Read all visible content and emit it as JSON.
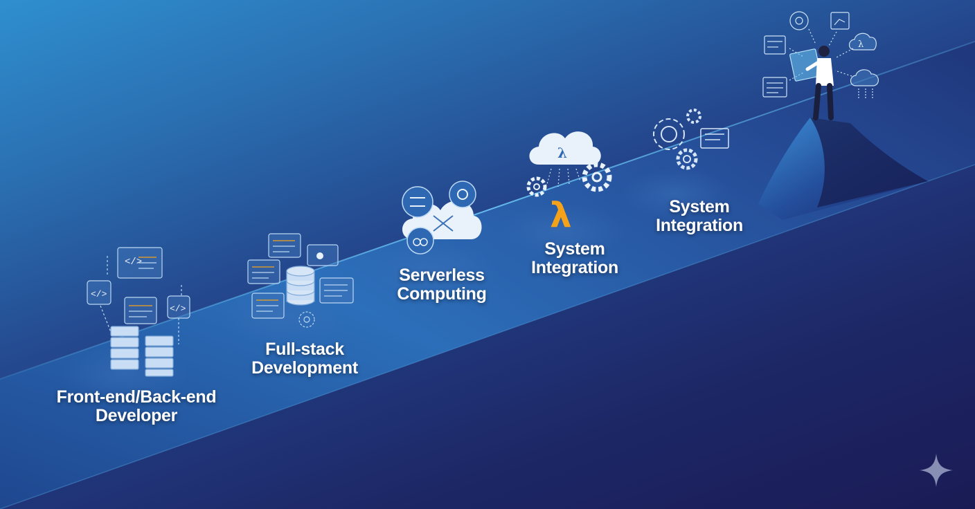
{
  "stages": [
    {
      "line1": "Front-end/Back-end",
      "line2": "Developer"
    },
    {
      "line1": "Full-stack",
      "line2": "Development"
    },
    {
      "line1": "Serverless",
      "line2": "Computing"
    },
    {
      "line1": "System",
      "line2": "Integration"
    },
    {
      "line1": "System",
      "line2": "Integration"
    }
  ],
  "icons": {
    "lambda_symbol": "λ"
  },
  "colors": {
    "accent_orange": "#f5a21b",
    "icon_fill": "#e9f2fb",
    "path_light": "#4aa9e6",
    "mountain": "#2a5fae",
    "person_shirt": "#ffffff",
    "person_pants": "#1a1f3d"
  }
}
